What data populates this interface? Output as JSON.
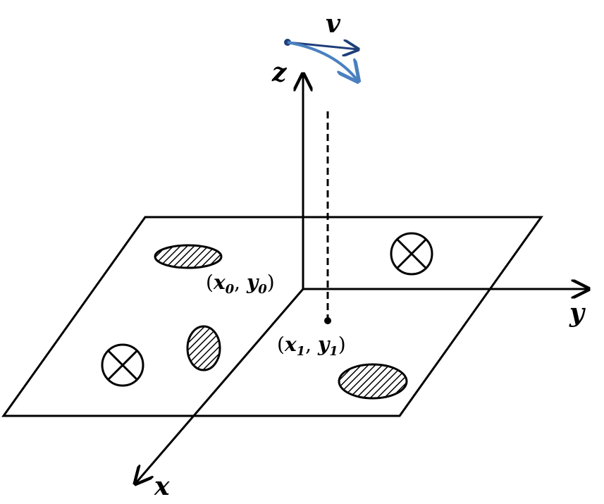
{
  "diagram": {
    "axes": {
      "x_label": "x",
      "y_label": "y",
      "z_label": "z"
    },
    "velocity_label": "v",
    "origin": {
      "var1": "x",
      "sub1": "0",
      "var2": "y",
      "sub2": "0"
    },
    "point": {
      "var1": "x",
      "sub1": "1",
      "var2": "y",
      "sub2": "1"
    },
    "colors": {
      "line": "#000000",
      "velocity_straight": "#1f3f7a",
      "velocity_curved": "#4a80c0"
    },
    "icons": [
      "cross-circle-icon",
      "hatched-ellipse-icon"
    ]
  }
}
